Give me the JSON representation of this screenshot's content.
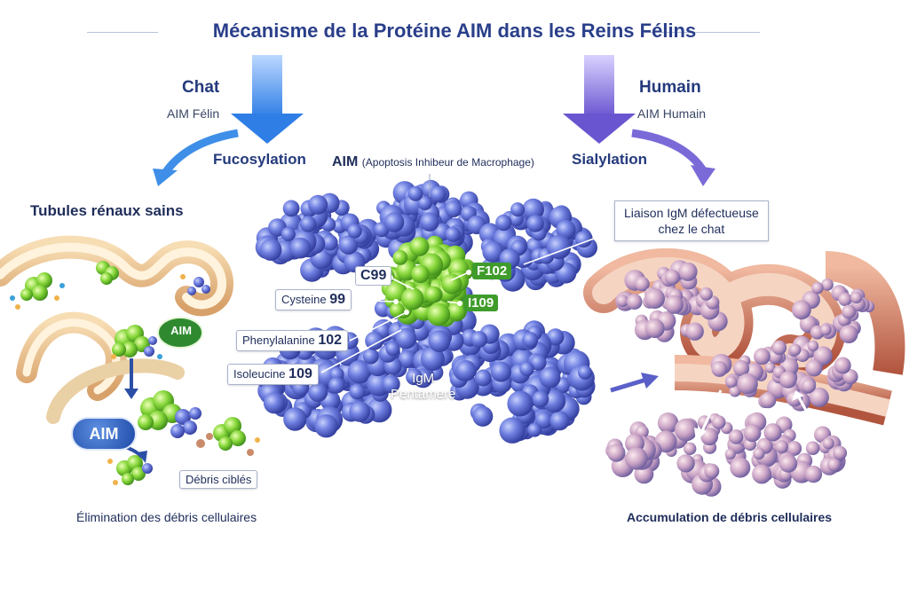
{
  "title": "Mécanisme de la Protéine AIM dans les Reins Félins",
  "left": {
    "species": "Chat",
    "aim_variant": "AIM Félin",
    "process": "Fucosylation",
    "section_title": "Tubules rénaux sains",
    "badge_aim": "AIM",
    "badge_aim_large": "AIM",
    "debris_label": "Débris ciblés",
    "footer": "Élimination des débris cellulaires"
  },
  "right": {
    "species": "Humain",
    "aim_variant": "AIM Humain",
    "process": "Sialylation",
    "callout_line1": "Liaison IgM défectueuse",
    "callout_line2": "chez le chat",
    "footer": "Accumulation de débris cellulaires"
  },
  "center": {
    "aim_label": "AIM",
    "aim_expansion": "(Apoptosis Inhibeur de Macrophage)",
    "c99": "C99",
    "f102": "F102",
    "i109": "I109",
    "cysteine_name": "Cysteine",
    "cysteine_num": "99",
    "phenyl_name": "Phenylalanine",
    "phenyl_num": "102",
    "isoleucine_name": "Isoleucine",
    "isoleucine_num": "109",
    "igm_line1": "IgM",
    "igm_line2": "Pentamere"
  },
  "colors": {
    "title": "#2a3f8a",
    "arrow_left": "#3f8fe8",
    "arrow_right": "#7a6ad8",
    "protein_blue": "#5a6fd0",
    "aim_green": "#7fd23a",
    "tubule": "#d9a46a"
  }
}
